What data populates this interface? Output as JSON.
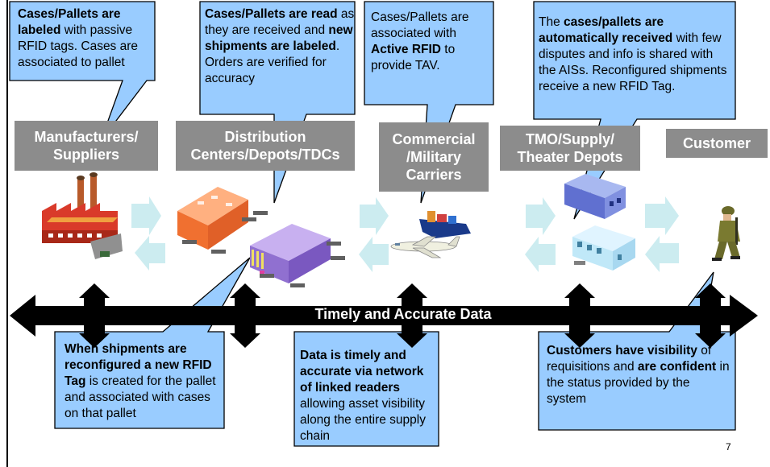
{
  "callouts": {
    "manufacturers": {
      "bold1": "Cases/Pallets are labeled",
      "text1": " with passive RFID tags.  Cases are associated to pallet"
    },
    "distribution": {
      "bold1": "Cases/Pallets are read",
      "text1": " as they are received and ",
      "bold2": "new shipments are labeled",
      "text2": ". Orders are verified for accuracy"
    },
    "carriers": {
      "text1": "Cases/Pallets are associated with ",
      "bold1": "Active RFID",
      "text2": " to provide TAV."
    },
    "customer": {
      "text1": "The ",
      "bold1": "cases/pallets are automatically received",
      "text2": " with few disputes and info is shared with the AISs. Reconfigured shipments receive a new RFID Tag."
    },
    "reconfigure": {
      "bold1": "When shipments are reconfigured a new RFID Tag",
      "text1": " is created for the pallet and associated with cases on that pallet"
    },
    "network": {
      "bold1": "Data is timely and accurate via network of linked readers",
      "text1": " allowing asset visibility along the entire supply chain"
    },
    "visibility": {
      "bold1": "Customers have visibility",
      "text1": " of requisitions and ",
      "bold2": "are confident",
      "text2": " in the status provided by the system"
    }
  },
  "stages": {
    "manufacturers": "Manufacturers/ Suppliers",
    "distribution": "Distribution Centers/Depots/TDCs",
    "carriers": "Commercial /Military Carriers",
    "tmo": "TMO/Supply/ Theater Depots",
    "customer": "Customer"
  },
  "banner": {
    "label": "Timely and Accurate Data"
  },
  "page_number": "7",
  "colors": {
    "callout_fill": "#99ccff",
    "stage_label_fill": "#8c8c8c",
    "flow_arrow_fill": "#ccecf0",
    "banner_fill": "#000000"
  },
  "icons": [
    "factory-icon",
    "warehouse-icon",
    "cargo-ship-icon",
    "airplane-icon",
    "depot-building-icon",
    "soldier-icon"
  ]
}
